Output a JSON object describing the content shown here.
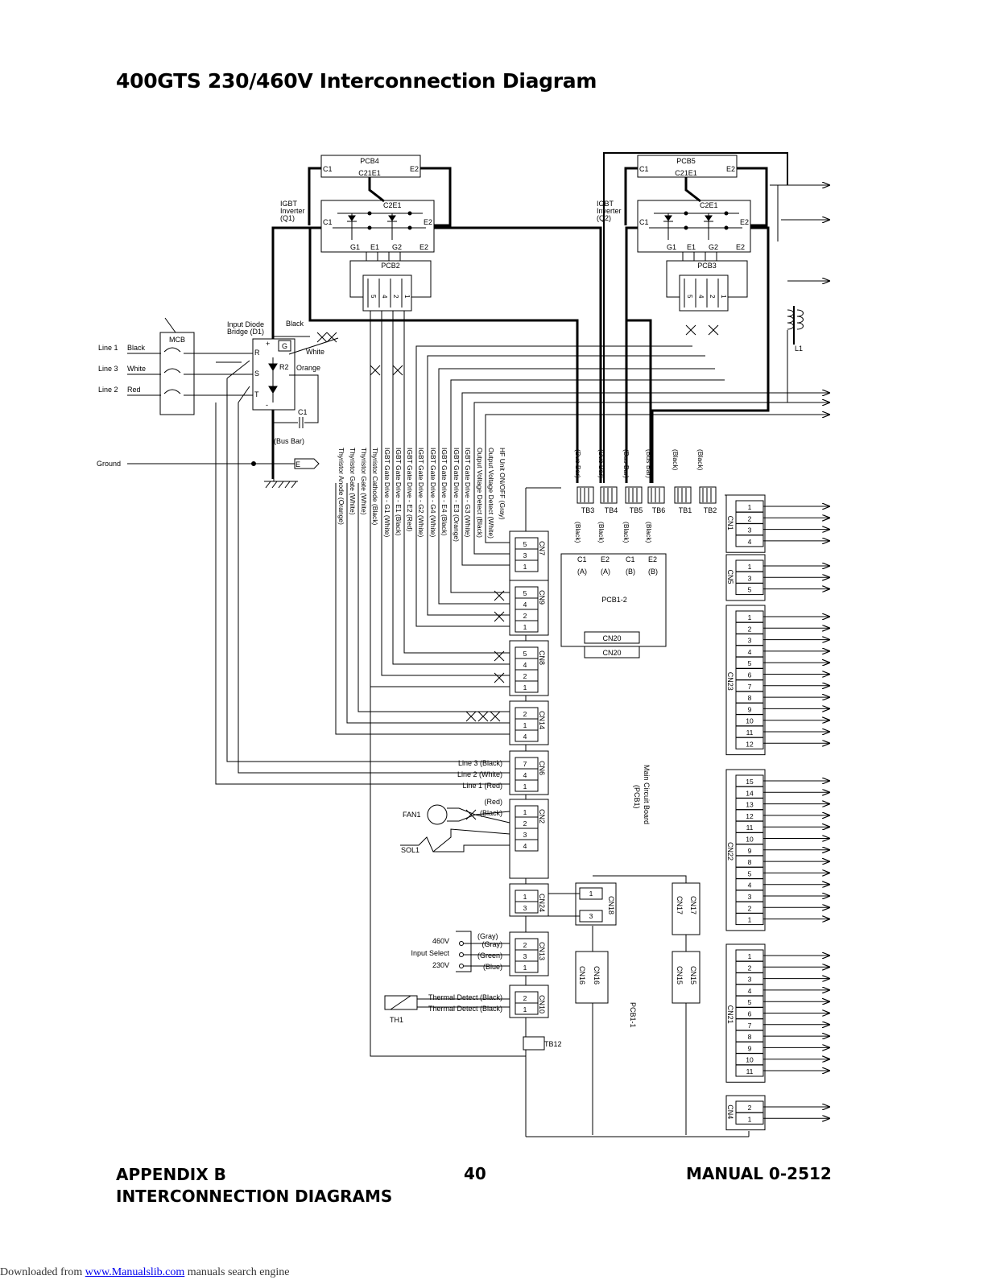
{
  "page": {
    "title": "400GTS 230/460V Interconnection Diagram",
    "footer_left_1": "APPENDIX B",
    "footer_left_2": "INTERCONNECTION DIAGRAMS",
    "page_number": "40",
    "manual": "MANUAL 0-2512",
    "download_prefix": "Downloaded from ",
    "download_link": "www.Manualslib.com",
    "download_suffix": " manuals search engine"
  },
  "labels": {
    "pcb4": "PCB4",
    "pcb5": "PCB5",
    "pcb2": "PCB2",
    "pcb3": "PCB3",
    "c1": "C1",
    "e2": "E2",
    "c21e1": "C21E1",
    "c2e1": "C2E1",
    "g1": "G1",
    "e1": "E1",
    "g2": "G2",
    "igbt_q1": [
      "IGBT",
      "Inverter",
      "(Q1)"
    ],
    "igbt_q2": [
      "IGBT",
      "Inverter",
      "(Q2)"
    ],
    "diode_bridge": [
      "Input Diode",
      "Bridge (D1)"
    ],
    "mcb": "MCB",
    "line1": "Line 1",
    "line3": "Line 3",
    "line2": "Line 2",
    "black": "Black",
    "white": "White",
    "red": "Red",
    "orange": "Orange",
    "r": "R",
    "s": "S",
    "t": "T",
    "g": "G",
    "r2": "R2",
    "plus": "+",
    "minus": "-",
    "cap": "C1",
    "bus_bar": "(Bus Bar)",
    "ground": "Ground",
    "e": "E",
    "l1": "L1",
    "fan1": "FAN1",
    "sol1": "SOL1",
    "th1": "TH1",
    "pcb1_2": "PCB1-2",
    "pcb1_1": "PCB1-1",
    "main_board": [
      "Main Circuit Board",
      "(PCB1)"
    ],
    "input_select": "Input Select",
    "v460": "460V",
    "v230": "230V",
    "cn20": "CN20",
    "tb12": "TB12"
  },
  "vertical_wires": [
    "Thyristor Anode (Orange)",
    "Thyristor Gate (White)",
    "Thyristor Gate (White)",
    "Thyristor Cathode (Black)",
    "IGBT Gate Drive - G1 (White)",
    "IGBT Gate Drive - E1 (Black)",
    "IGBT Gate Drive - E2 (Red)",
    "IGBT Gate Drive - G2 (White)",
    "IGBT Gate Drive - G4 (White)",
    "IGBT Gate Drive - E4 (Black)",
    "IGBT Gate Drive - E3 (Orange)",
    "IGBT Gate Drive - G3 (White)",
    "Output Voltage Detect (Black)",
    "Output Voltage Detect (White)",
    "HF Unit ON/OFF (Gray)"
  ],
  "terminal_blocks": [
    {
      "name": "TB3",
      "wire": "(Bus Bar)",
      "lower": "(Black)",
      "pin": "C1",
      "side": "(A)"
    },
    {
      "name": "TB4",
      "wire": "(Bus Bar)",
      "lower": "(Black)",
      "pin": "E2",
      "side": "(A)"
    },
    {
      "name": "TB5",
      "wire": "(Bus Bar)",
      "lower": "(Black)",
      "pin": "C1",
      "side": "(B)"
    },
    {
      "name": "TB6",
      "wire": "(Bus Bar)",
      "lower": "(Black)",
      "pin": "E2",
      "side": "(B)"
    },
    {
      "name": "TB1",
      "wire": "(Black)"
    },
    {
      "name": "TB2",
      "wire": "(Black)"
    }
  ],
  "left_connectors": [
    {
      "name": "CN7",
      "pins": [
        "5",
        "3",
        "1"
      ]
    },
    {
      "name": "CN9",
      "pins": [
        "5",
        "4",
        "2",
        "1"
      ]
    },
    {
      "name": "CN8",
      "pins": [
        "5",
        "4",
        "2",
        "1"
      ]
    },
    {
      "name": "CN14",
      "pins": [
        "2",
        "1",
        "4"
      ]
    },
    {
      "name": "CN6",
      "pins": [
        "7",
        "4",
        "1"
      ],
      "wires": [
        "Line 3 (Black)",
        "Line 2 (White)",
        "Line 1 (Red)"
      ]
    },
    {
      "name": "CN2",
      "pins": [
        "1",
        "2",
        "3",
        "4"
      ],
      "wires": [
        "(Red)",
        "(Black)"
      ]
    },
    {
      "name": "CN24",
      "pins": [
        "1",
        "3"
      ]
    },
    {
      "name": "CN13",
      "pins": [
        "2",
        "3",
        "1"
      ],
      "wires": [
        "(Gray)",
        "(Green)",
        "(Blue)"
      ]
    },
    {
      "name": "CN10",
      "pins": [
        "2",
        "1"
      ],
      "wires": [
        "Thermal Detect (Black)",
        "Thermal Detect (Black)"
      ]
    }
  ],
  "inner_connectors": [
    {
      "name": "CN18",
      "pins": [
        "1",
        "3"
      ]
    },
    {
      "name": "CN17"
    },
    {
      "name": "CN16"
    },
    {
      "name": "CN15"
    }
  ],
  "right_connectors": [
    {
      "name": "CN1",
      "pins": [
        "1",
        "2",
        "3",
        "4"
      ]
    },
    {
      "name": "CN5",
      "pins": [
        "1",
        "3",
        "5"
      ]
    },
    {
      "name": "CN23",
      "pins": [
        "1",
        "2",
        "3",
        "4",
        "5",
        "6",
        "7",
        "8",
        "9",
        "10",
        "11",
        "12"
      ]
    },
    {
      "name": "CN22",
      "pins": [
        "15",
        "14",
        "13",
        "12",
        "11",
        "10",
        "9",
        "8",
        "5",
        "4",
        "3",
        "2",
        "1"
      ]
    },
    {
      "name": "CN21",
      "pins": [
        "1",
        "2",
        "3",
        "4",
        "5",
        "6",
        "7",
        "8",
        "9",
        "10",
        "11"
      ]
    },
    {
      "name": "CN4",
      "pins": [
        "2",
        "1"
      ]
    }
  ]
}
